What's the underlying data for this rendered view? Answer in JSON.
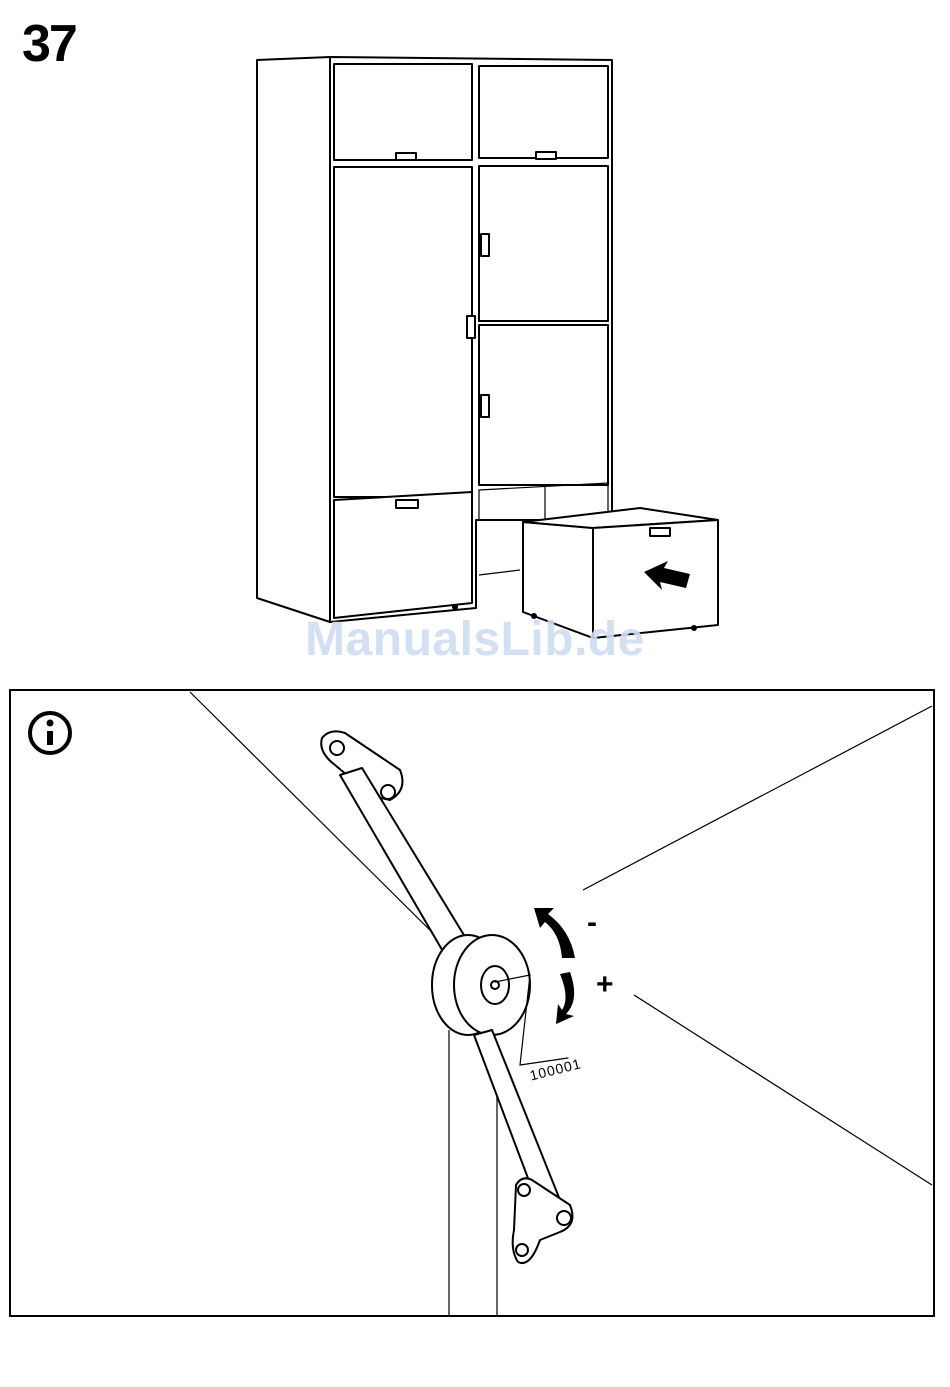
{
  "step": {
    "number": "37"
  },
  "watermark": {
    "text": "ManualsLib.de"
  },
  "info_panel": {
    "icon": "info-icon",
    "minus_sign": "-",
    "plus_sign": "+",
    "part_number": "100001"
  },
  "colors": {
    "line": "#000000",
    "watermark": "#cfdcf2",
    "background": "#ffffff"
  }
}
